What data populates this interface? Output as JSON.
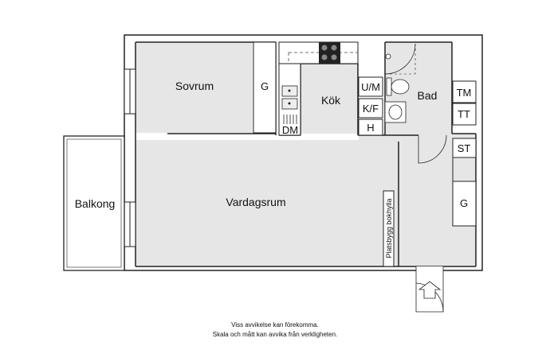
{
  "rooms": {
    "sovrum": "Sovrum",
    "kok": "Kök",
    "bad": "Bad",
    "balkong": "Balkong",
    "vardagsrum": "Vardagsrum"
  },
  "fixtures": {
    "g_bedroom": "G",
    "g_hall": "G",
    "um": "U/M",
    "kf": "K/F",
    "h": "H",
    "dm": "DM",
    "tm": "TM",
    "tt": "TT",
    "st": "ST",
    "bookshelf": "Platsbygg bokhylla"
  },
  "notes": {
    "line1": "Viss avvikelse kan förekomma.",
    "line2": "Skala och mått kan avvika från verkligheten."
  },
  "colors": {
    "floor": "#e6e6e6",
    "wall": "#2a2a2a",
    "background": "#ffffff"
  }
}
